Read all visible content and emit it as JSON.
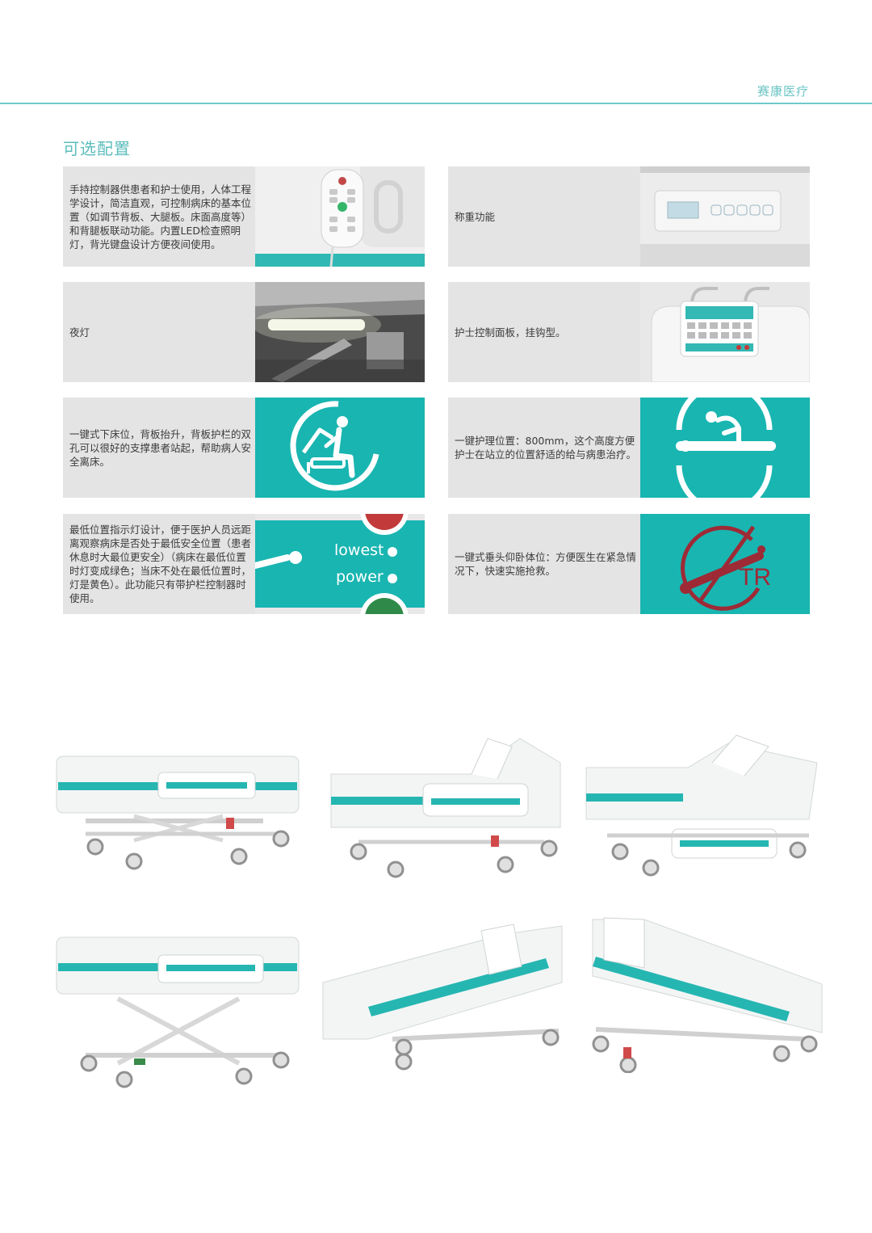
{
  "header": {
    "brand": "赛康医疗"
  },
  "section": {
    "title": "可选配置"
  },
  "features": [
    {
      "text": "手持控制器供患者和护士使用，人体工程学设计，简洁直观，可控制病床的基本位置（如调节背板、大腿板。床面高度等）和背腿板联动功能。内置LED检查照明灯，背光键盘设计方便夜间使用。",
      "icon": "hand-controller-photo"
    },
    {
      "text": "称重功能",
      "icon": "weighing-display-photo"
    },
    {
      "text": "夜灯",
      "icon": "night-light-photo"
    },
    {
      "text": "护士控制面板，挂钩型。",
      "icon": "nurse-panel-photo"
    },
    {
      "text": "一键式下床位，背板抬升，背板护栏的双孔可以很好的支撑患者站起，帮助病人安全离床。",
      "icon": "exit-bed-icon"
    },
    {
      "text": "一键护理位置：800mm，这个高度方便护士在站立的位置舒适的给与病患治疗。",
      "icon": "nursing-position-icon"
    },
    {
      "text": "最低位置指示灯设计，便于医护人员远距离观察病床是否处于最低安全位置（患者休息时大最位更安全）（病床在最低位置时灯变成绿色；当床不处在最低位置时，灯是黄色）。此功能只有带护栏控制器时使用。",
      "icon": "lowest-indicator-photo",
      "labels": [
        "lowest",
        "power"
      ]
    },
    {
      "text": "一键式垂头仰卧体位：方便医生在紧急情况下，快速实施抢救。",
      "icon": "trendelenburg-icon",
      "badge": "TR"
    }
  ],
  "colors": {
    "accent": "#19b5b1",
    "header_line": "#6fc9c9",
    "card_bg": "#e4e4e4",
    "tr_red": "#9e2a36"
  },
  "gallery": [
    "bed-flat",
    "bed-backrest-raised",
    "bed-cardiac-chair",
    "bed-high-position",
    "bed-trendelenburg",
    "bed-reverse-trendelenburg"
  ]
}
